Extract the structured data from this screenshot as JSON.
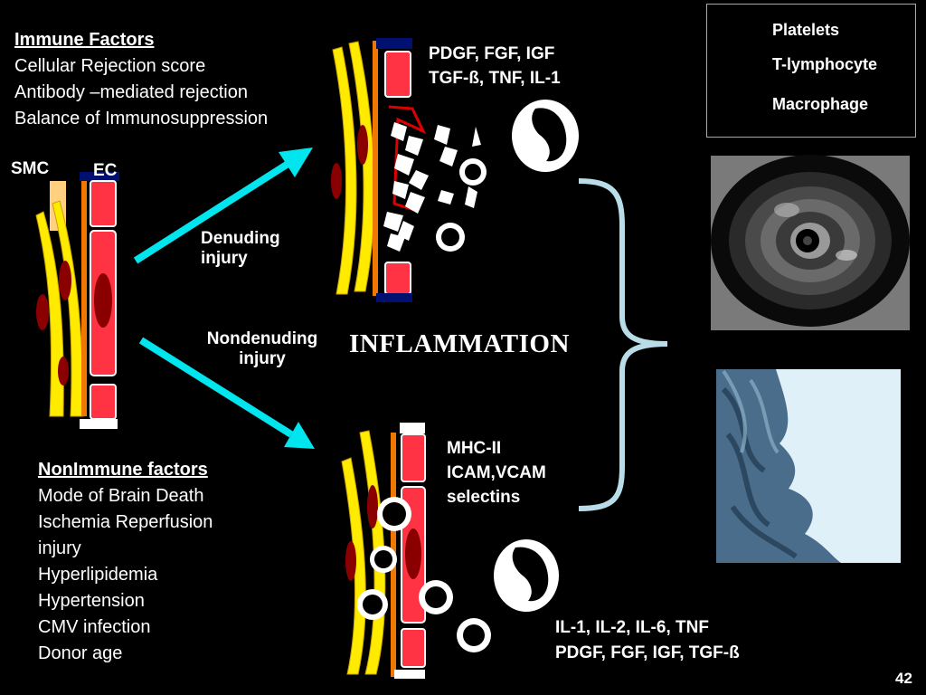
{
  "immune": {
    "title": "Immune Factors",
    "items": [
      "Cellular Rejection score",
      "Antibody –mediated rejection",
      "Balance of Immunosuppression"
    ]
  },
  "nonimmune": {
    "title": "NonImmune factors",
    "items": [
      "Mode of Brain Death",
      "Ischemia Reperfusion",
      "injury",
      "Hyperlipidemia",
      "Hypertension",
      "CMV infection",
      "Donor age"
    ]
  },
  "vessel_labels": {
    "smc": "SMC",
    "ec": "EC"
  },
  "injury": {
    "denuding": [
      "Denuding",
      "injury"
    ],
    "nondenuding": [
      "Nondenuding",
      "injury"
    ]
  },
  "mediators_top": [
    "PDGF, FGF, IGF",
    "TGF-ß, TNF, IL-1"
  ],
  "mediators_mid": [
    "MHC-II",
    "ICAM,VCAM",
    "selectins"
  ],
  "mediators_bottom": [
    "IL-1, IL-2, IL-6, TNF",
    "PDGF, FGF, IGF, TGF-ß"
  ],
  "center_label": "INFLAMMATION",
  "legend": {
    "platelets": "Platelets",
    "tlymph": "T-lymphocyte",
    "macrophage": "Macrophage"
  },
  "slide_number": "42",
  "colors": {
    "arrow": "#00e5ee",
    "brace": "#b9dde8",
    "smc": "#ffeb00",
    "ec_red": "#ff3344",
    "nucleus": "#8a0000",
    "orange": "#f07800",
    "navy": "#001070"
  }
}
